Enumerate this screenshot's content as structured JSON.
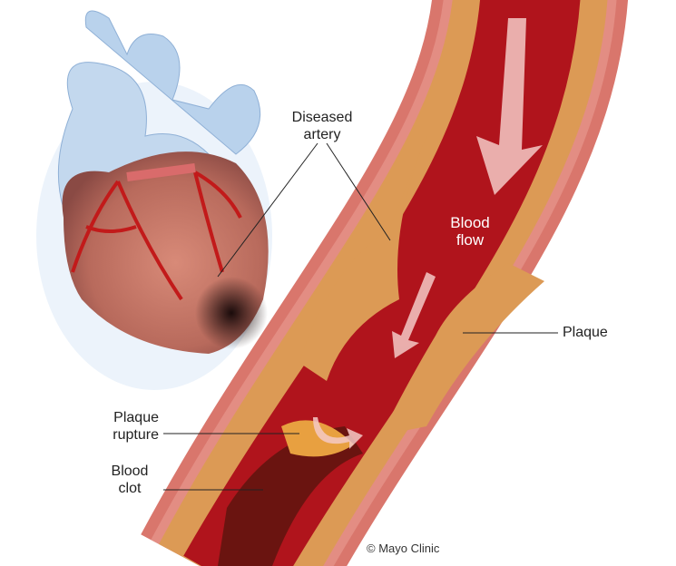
{
  "labels": {
    "diseased_artery": [
      "Diseased",
      "artery"
    ],
    "blood_flow": [
      "Blood",
      "flow"
    ],
    "plaque": "Plaque",
    "plaque_rupture": [
      "Plaque",
      "rupture"
    ],
    "blood_clot": [
      "Blood",
      "clot"
    ]
  },
  "copyright": "© Mayo Clinic",
  "colors": {
    "artery_wall": "#d9766c",
    "plaque": "#dc9a55",
    "lumen": "#b0141c",
    "heart_vessels": "#b9d2ec",
    "heart_muscle": "#c9796b"
  }
}
